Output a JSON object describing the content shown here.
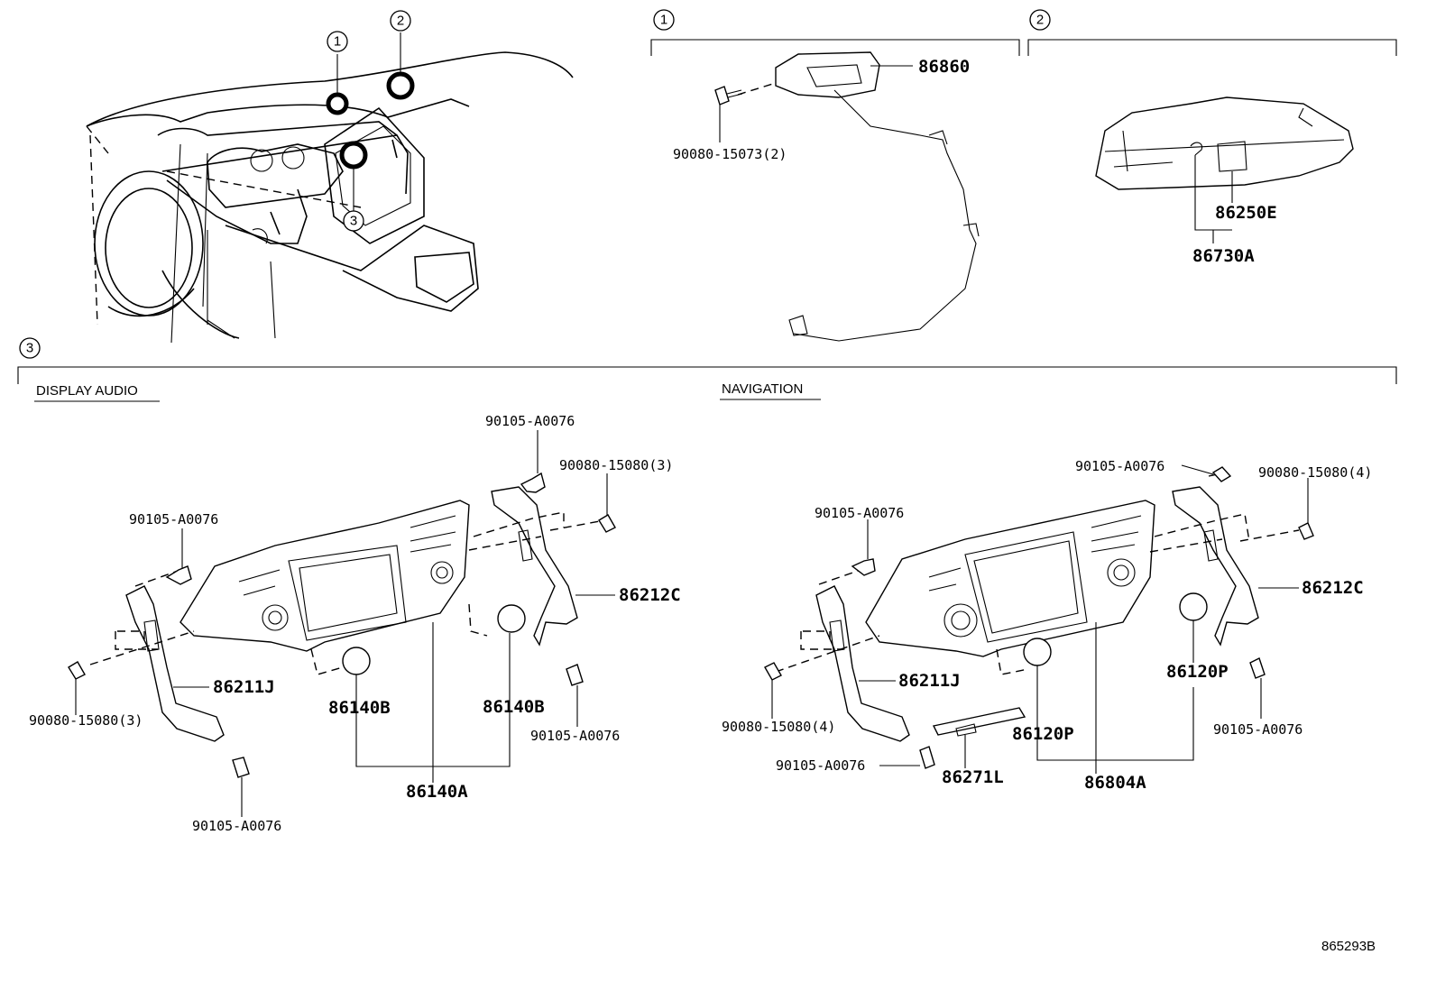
{
  "callouts": [
    "1",
    "2",
    "3"
  ],
  "sections": {
    "display_audio": "DISPLAY AUDIO",
    "navigation": "NAVIGATION"
  },
  "parts": {
    "p86860": "86860",
    "p90080_15073": "90080-15073(2)",
    "p86250E": "86250E",
    "p86730A": "86730A",
    "da_bolt_top": "90105-A0076",
    "da_screw_top": "90080-15080(3)",
    "da_bolt_left": "90105-A0076",
    "da_86212C": "86212C",
    "da_86211J": "86211J",
    "da_screw_left": "90080-15080(3)",
    "da_86140B_left": "86140B",
    "da_86140B_right": "86140B",
    "da_bolt_right": "90105-A0076",
    "da_bolt_bottom": "90105-A0076",
    "da_86140A": "86140A",
    "nav_bolt_top": "90105-A0076",
    "nav_screw_top": "90080-15080(4)",
    "nav_bolt_left": "90105-A0076",
    "nav_86212C": "86212C",
    "nav_86211J": "86211J",
    "nav_86120P_right": "86120P",
    "nav_screw_left": "90080-15080(4)",
    "nav_86120P_left": "86120P",
    "nav_bolt_right": "90105-A0076",
    "nav_bolt_bottom": "90105-A0076",
    "nav_86271L": "86271L",
    "nav_86804A": "86804A"
  },
  "figure_ref": "865293B"
}
